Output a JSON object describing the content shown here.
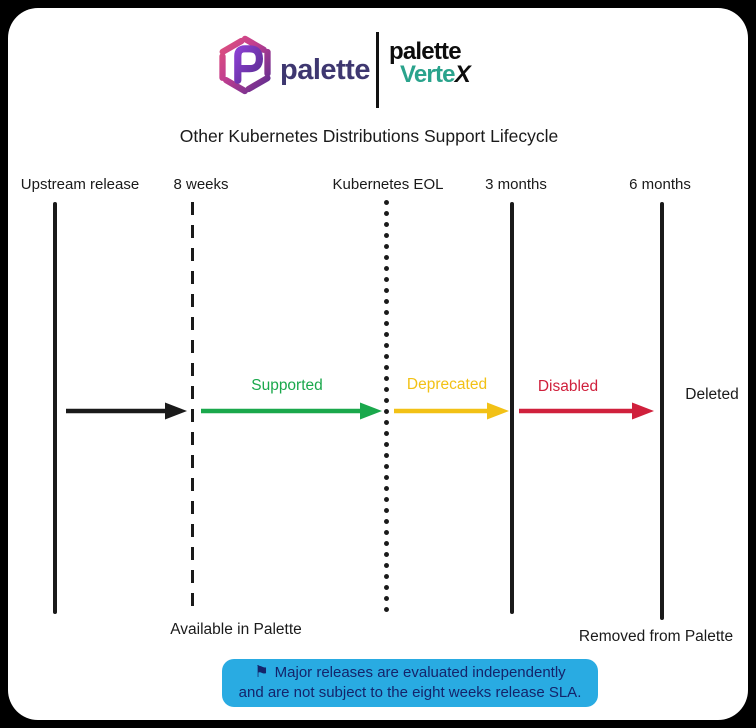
{
  "header": {
    "palette_wordmark": "palette",
    "vertex_wordmark_line1": "palette",
    "vertex_wordmark_teal": "Verte",
    "vertex_wordmark_x": "X"
  },
  "title": "Other Kubernetes Distributions Support Lifecycle",
  "timeline": {
    "milestones": [
      {
        "label": "Upstream release",
        "line_style": "solid"
      },
      {
        "label": "8 weeks",
        "line_style": "dashed"
      },
      {
        "label": "Kubernetes EOL",
        "line_style": "dotted"
      },
      {
        "label": "3 months",
        "line_style": "solid"
      },
      {
        "label": "6 months",
        "line_style": "solid"
      }
    ],
    "phases": [
      {
        "label": "Supported",
        "color": "#1aa84c"
      },
      {
        "label": "Deprecated",
        "color": "#f2c116"
      },
      {
        "label": "Disabled",
        "color": "#d0203c"
      },
      {
        "label": "Deleted",
        "color": "#1a1a1a"
      }
    ],
    "bottom_labels": [
      {
        "label": "Available in Palette"
      },
      {
        "label": "Removed from Palette"
      }
    ]
  },
  "note": {
    "flag_icon": "⚑",
    "line1": "Major releases are evaluated independently",
    "line2": "and are not subject to the eight weeks release SLA.",
    "background_color": "#29abe2",
    "text_color": "#14246b"
  },
  "colors": {
    "frame": "#000000",
    "card": "#ffffff",
    "timeline_ink": "#1a1a1a",
    "supported_green": "#1aa84c",
    "deprecated_yellow": "#f2c116",
    "disabled_red": "#d0203c",
    "palette_purple": "#3e3770",
    "vertex_teal": "#2aa38c"
  }
}
